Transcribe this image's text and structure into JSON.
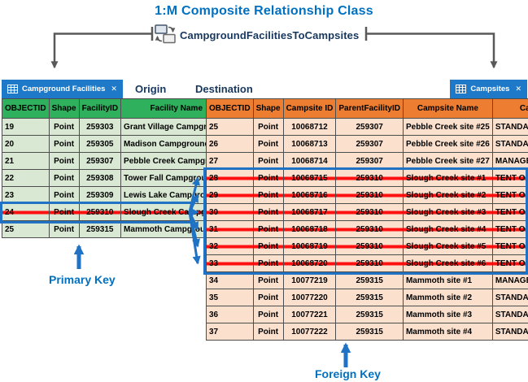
{
  "title": "1:M Composite Relationship Class",
  "relationship": {
    "name": "CampgroundFacilitiesToCampsites",
    "icon": "relationship-class-icon"
  },
  "labels": {
    "origin": "Origin",
    "destination": "Destination",
    "primary_key": "Primary Key",
    "foreign_key": "Foreign Key"
  },
  "icons": {
    "table_grid": "table-grid-icon",
    "close": "✕"
  },
  "origin_table": {
    "tab": "Campground Facilities",
    "columns": [
      "OBJECTID",
      "Shape",
      "FacilityID",
      "Facility Name"
    ],
    "rows": [
      {
        "cells": [
          "19",
          "Point",
          "259303",
          "Grant Village Campground"
        ],
        "struck": false
      },
      {
        "cells": [
          "20",
          "Point",
          "259305",
          "Madison Campground"
        ],
        "struck": false
      },
      {
        "cells": [
          "21",
          "Point",
          "259307",
          "Pebble Creek Campground"
        ],
        "struck": false
      },
      {
        "cells": [
          "22",
          "Point",
          "259308",
          "Tower Fall Campground"
        ],
        "struck": false
      },
      {
        "cells": [
          "23",
          "Point",
          "259309",
          "Lewis Lake Campground"
        ],
        "struck": false
      },
      {
        "cells": [
          "24",
          "Point",
          "259310",
          "Slough Creek Campground"
        ],
        "struck": true
      },
      {
        "cells": [
          "25",
          "Point",
          "259315",
          "Mammoth Campground"
        ],
        "struck": false
      }
    ]
  },
  "destination_table": {
    "tab": "Campsites",
    "columns": [
      "OBJECTID",
      "Shape",
      "Campsite ID",
      "ParentFacilityID",
      "Campsite Name",
      "Campsite Type"
    ],
    "rows": [
      {
        "cells": [
          "25",
          "Point",
          "10068712",
          "259307",
          "Pebble Creek site #25",
          "STANDARD NONELECTRIC"
        ],
        "struck": false
      },
      {
        "cells": [
          "26",
          "Point",
          "10068713",
          "259307",
          "Pebble Creek site #26",
          "STANDARD NONELECTRIC"
        ],
        "struck": false
      },
      {
        "cells": [
          "27",
          "Point",
          "10068714",
          "259307",
          "Pebble Creek site #27",
          "MANAGEMENT"
        ],
        "struck": false
      },
      {
        "cells": [
          "28",
          "Point",
          "10068715",
          "259310",
          "Slough Creek site #1",
          "TENT ONLY NONELECTRIC"
        ],
        "struck": true
      },
      {
        "cells": [
          "29",
          "Point",
          "10068716",
          "259310",
          "Slough Creek site #2",
          "TENT ONLY NONELECTRIC"
        ],
        "struck": true
      },
      {
        "cells": [
          "30",
          "Point",
          "10068717",
          "259310",
          "Slough Creek site #3",
          "TENT ONLY NONELECTRIC"
        ],
        "struck": true
      },
      {
        "cells": [
          "31",
          "Point",
          "10068718",
          "259310",
          "Slough Creek site #4",
          "TENT ONLY NONELECTRIC"
        ],
        "struck": true
      },
      {
        "cells": [
          "32",
          "Point",
          "10068719",
          "259310",
          "Slough Creek site #5",
          "TENT ONLY NONELECTRIC"
        ],
        "struck": true
      },
      {
        "cells": [
          "33",
          "Point",
          "10068720",
          "259310",
          "Slough Creek site #6",
          "TENT ONLY NONELECTRIC"
        ],
        "struck": true
      },
      {
        "cells": [
          "34",
          "Point",
          "10077219",
          "259315",
          "Mammoth site #1",
          "MANAGEMENT"
        ],
        "struck": false
      },
      {
        "cells": [
          "35",
          "Point",
          "10077220",
          "259315",
          "Mammoth site #2",
          "STANDARD NONELECTRIC"
        ],
        "struck": false
      },
      {
        "cells": [
          "36",
          "Point",
          "10077221",
          "259315",
          "Mammoth site #3",
          "STANDARD NONELECTRIC"
        ],
        "struck": false
      },
      {
        "cells": [
          "37",
          "Point",
          "10077222",
          "259315",
          "Mammoth site #4",
          "STANDARD NONELECTRIC"
        ],
        "struck": false
      }
    ]
  },
  "colors": {
    "title_blue": "#0070C0",
    "label_navy": "#17375E",
    "tab_blue": "#1E7AC9",
    "origin_header_green": "#2EB05C",
    "origin_row_green": "#D9E8D3",
    "dest_header_orange": "#ED7D31",
    "dest_row_orange": "#FBE0CD",
    "strike_red": "#FF1111",
    "key_blue": "#1F72C4",
    "connector_gray": "#595959"
  }
}
